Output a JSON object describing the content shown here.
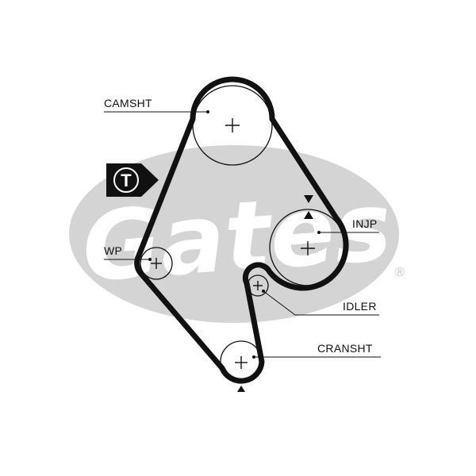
{
  "labels": {
    "camshaft": "CAMSHT",
    "injection_pump": "INJP",
    "water_pump": "WP",
    "idler": "IDLER",
    "crankshaft": "CRANSHT"
  },
  "tensioner_badge": {
    "letter": "T"
  },
  "watermark": {
    "brand": "Gates",
    "registered_mark": "®"
  },
  "colors": {
    "belt": "#111111",
    "watermark_grey": "#d4d4d4",
    "badge_bg": "#111111"
  },
  "icon_names": [
    "plus-center-icon",
    "timing-mark-arrow-icon",
    "tensioner-badge-icon"
  ]
}
